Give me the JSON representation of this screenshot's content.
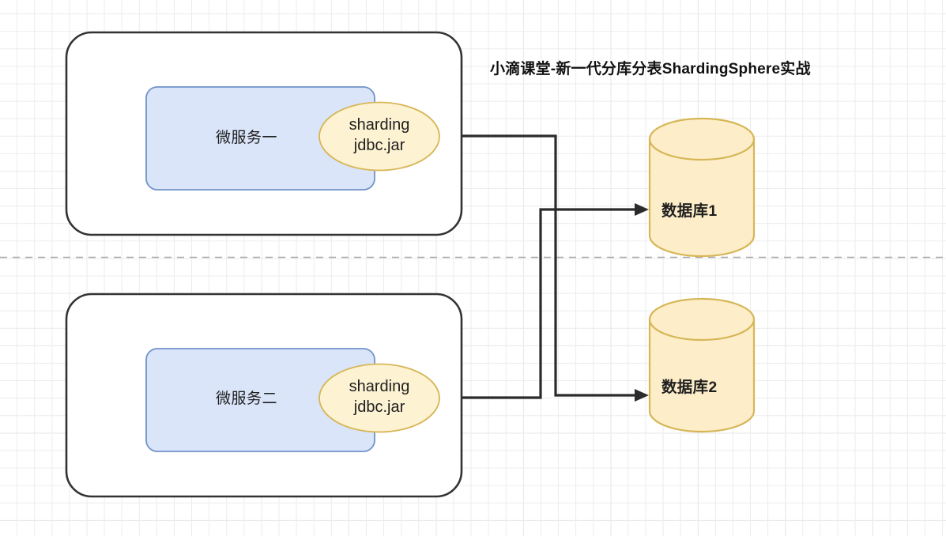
{
  "diagram": {
    "title": "小滴课堂-新一代分库分表ShardingSphere实战",
    "background": {
      "color": "#ffffff",
      "grid_minor_color": "#ececec",
      "grid_major_color": "#dedede",
      "page_break_color": "#9e9e9e"
    },
    "services": [
      {
        "outer_name": "service-container-1",
        "label": "微服务一",
        "jar_label_line1": "sharding",
        "jar_label_line2": "jdbc.jar",
        "outer_fill": "#ffffff",
        "outer_stroke": "#333333",
        "inner_fill": "#dae5fa",
        "inner_stroke": "#7093c7",
        "ellipse_fill": "#fdf2d2",
        "ellipse_stroke": "#d6b656"
      },
      {
        "outer_name": "service-container-2",
        "label": "微服务二",
        "jar_label_line1": "sharding",
        "jar_label_line2": "jdbc.jar",
        "outer_fill": "#ffffff",
        "outer_stroke": "#333333",
        "inner_fill": "#dae5fa",
        "inner_stroke": "#7093c7",
        "ellipse_fill": "#fdf2d2",
        "ellipse_stroke": "#d6b656"
      }
    ],
    "databases": [
      {
        "label": "数据库1",
        "fill": "#fdeec9",
        "stroke": "#d6b656"
      },
      {
        "label": "数据库2",
        "fill": "#fdeec9",
        "stroke": "#d6b656"
      }
    ],
    "connectors": [
      {
        "name": "edge-service1-to-db2",
        "from": "微服务一",
        "to": "数据库2",
        "stroke": "#2b2b2b"
      },
      {
        "name": "edge-service2-to-db1",
        "from": "微服务二",
        "to": "数据库1",
        "stroke": "#2b2b2b"
      }
    ]
  }
}
